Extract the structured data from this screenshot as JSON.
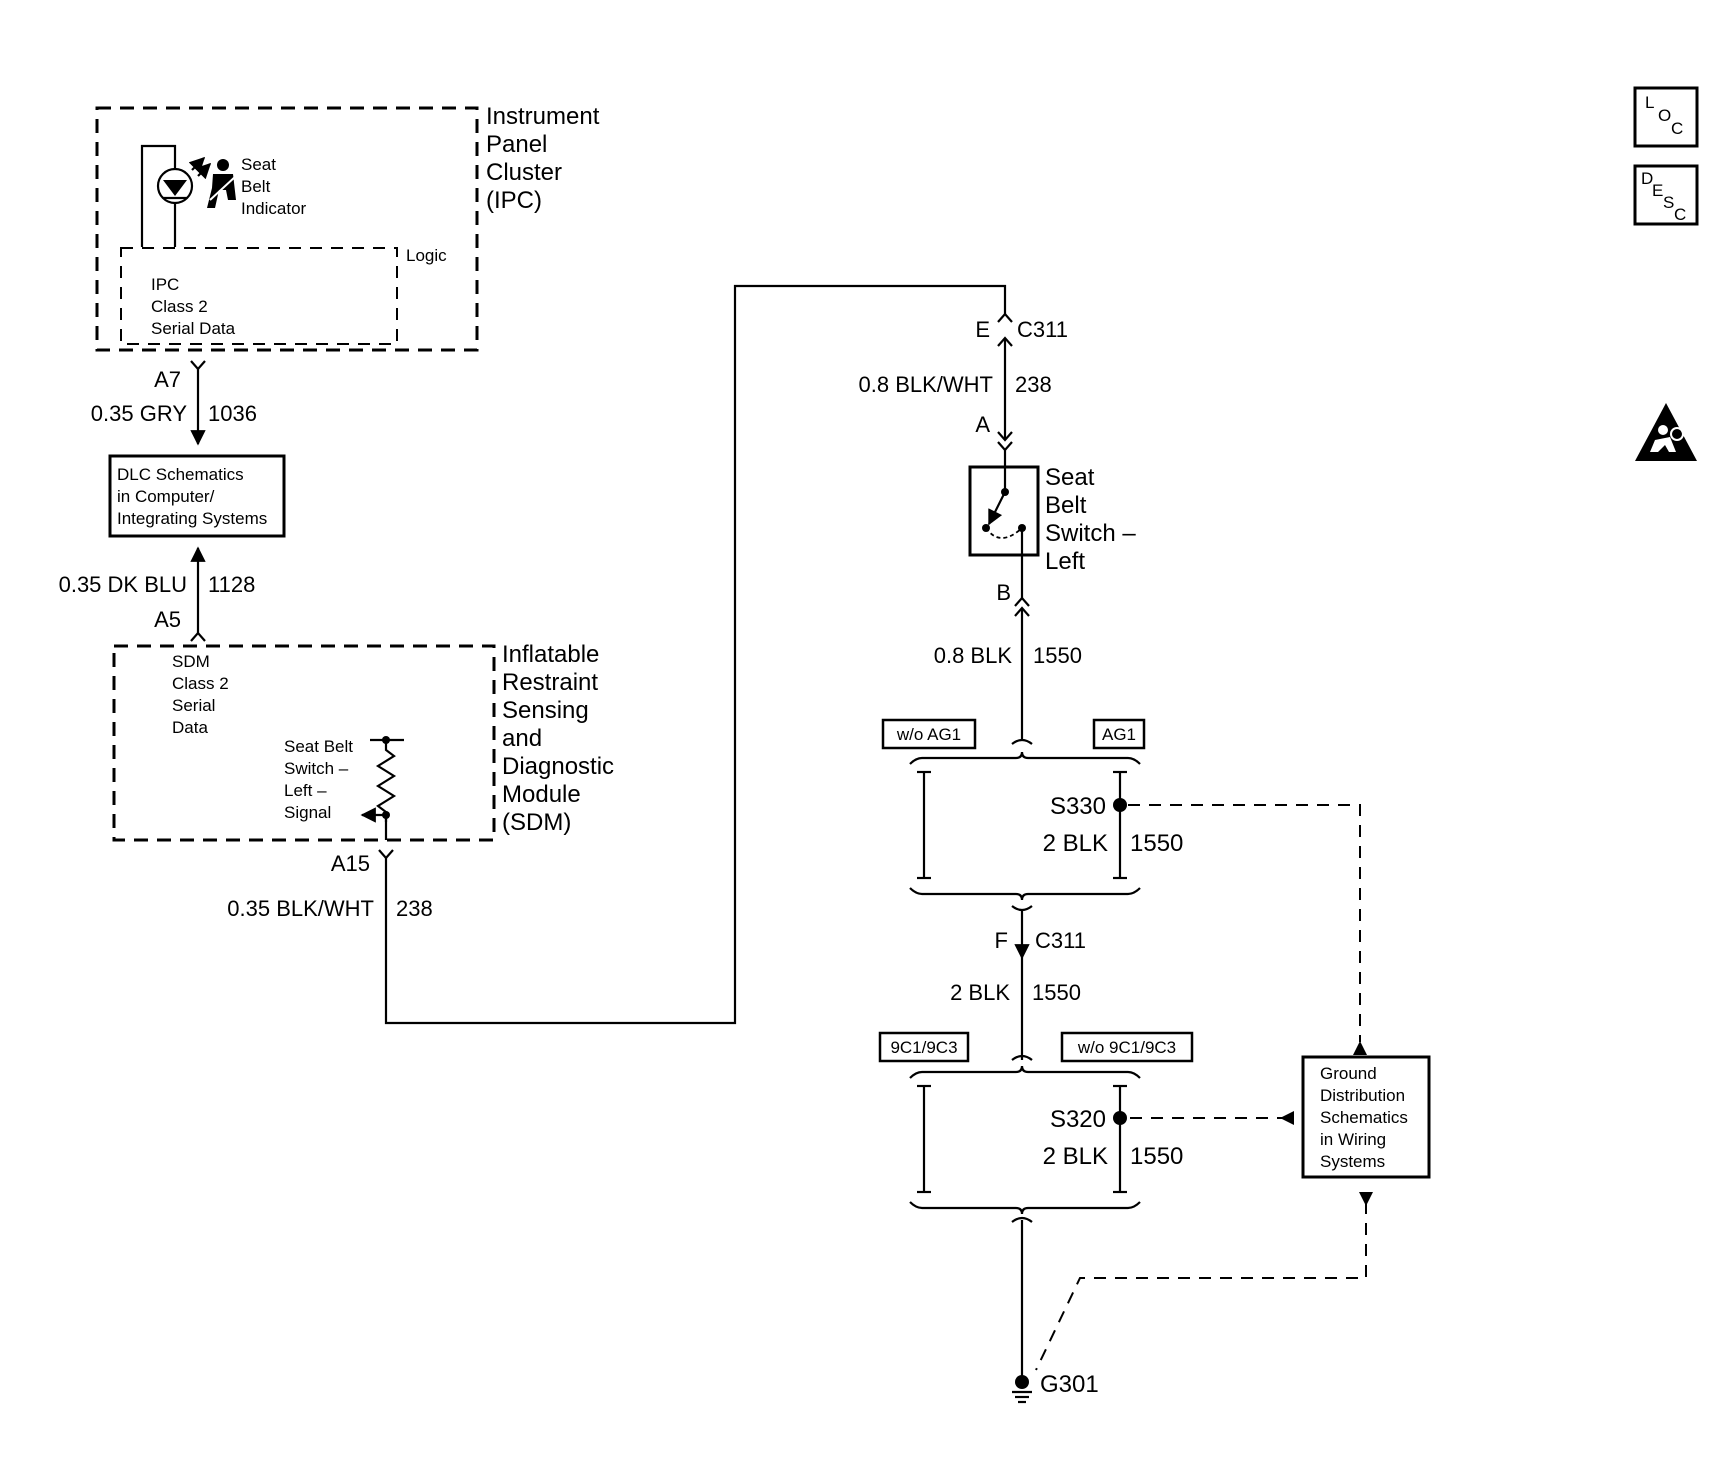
{
  "ipc": {
    "title": [
      "Instrument",
      "Panel",
      "Cluster",
      "(IPC)"
    ],
    "indicator": [
      "Seat",
      "Belt",
      "Indicator"
    ],
    "logic": "Logic",
    "class2": [
      "IPC",
      "Class 2",
      "Serial Data"
    ]
  },
  "wire_1036": {
    "pin": "A7",
    "gauge": "0.35 GRY",
    "circuit": "1036"
  },
  "dlc": {
    "lines": [
      "DLC Schematics",
      "in Computer/",
      "Integrating Systems"
    ]
  },
  "wire_1128": {
    "gauge": "0.35 DK BLU",
    "circuit": "1128",
    "pin": "A5"
  },
  "sdm": {
    "title": [
      "Inflatable",
      "Restraint",
      "Sensing",
      "and",
      "Diagnostic",
      "Module",
      "(SDM)"
    ],
    "class2": [
      "SDM",
      "Class 2",
      "Serial",
      "Data"
    ],
    "signal": [
      "Seat Belt",
      "Switch –",
      "Left –",
      "Signal"
    ]
  },
  "wire_238_lower": {
    "pin": "A15",
    "gauge": "0.35 BLK/WHT",
    "circuit": "238"
  },
  "c311_top": {
    "pin": "E",
    "connector": "C311"
  },
  "wire_238_upper": {
    "gauge": "0.8 BLK/WHT",
    "circuit": "238",
    "pin": "A"
  },
  "switch": {
    "label": [
      "Seat",
      "Belt",
      "Switch –",
      "Left"
    ],
    "pin": "B"
  },
  "wire_1550_a": {
    "gauge": "0.8 BLK",
    "circuit": "1550"
  },
  "option_1": {
    "left": "w/o AG1",
    "right": "AG1"
  },
  "s330": {
    "splice": "S330",
    "gauge": "2 BLK",
    "circuit": "1550"
  },
  "c311_bottom": {
    "pin": "F",
    "connector": "C311"
  },
  "wire_1550_b": {
    "gauge": "2 BLK",
    "circuit": "1550"
  },
  "option_2": {
    "left": "9C1/9C3",
    "right": "w/o 9C1/9C3"
  },
  "s320": {
    "splice": "S320",
    "gauge": "2 BLK",
    "circuit": "1550"
  },
  "ground_dist": {
    "lines": [
      "Ground",
      "Distribution",
      "Schematics",
      "in Wiring",
      "Systems"
    ]
  },
  "ground": {
    "label": "G301"
  },
  "icons": {
    "loc": [
      "L",
      "O",
      "C"
    ],
    "desc": [
      "D",
      "E",
      "S",
      "C"
    ],
    "airbag": "airbag-warning-icon"
  }
}
